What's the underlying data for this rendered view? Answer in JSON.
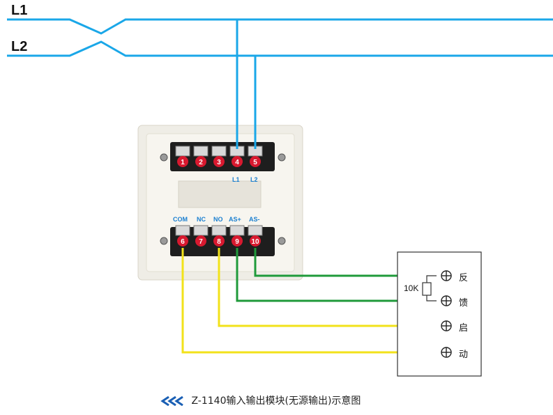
{
  "bus": {
    "l1": "L1",
    "l2": "L2"
  },
  "terminals_top": {
    "numbers": [
      "1",
      "2",
      "3",
      "4",
      "5"
    ],
    "labels": {
      "t4": "L1",
      "t5": "L2"
    }
  },
  "terminals_bottom": {
    "numbers": [
      "6",
      "7",
      "8",
      "9",
      "10"
    ],
    "labels": [
      "COM",
      "NC",
      "NO",
      "AS+",
      "AS-"
    ]
  },
  "device": {
    "resistor": "10K",
    "labels": {
      "fankui_1": "反",
      "fankui_2": "馈",
      "qidong_1": "启",
      "qidong_2": "动"
    }
  },
  "caption": {
    "text": "Z-1140输入输出模块(无源输出)示意图"
  },
  "colors": {
    "bus_wire": "#1aa7e8",
    "feedback_wire": "#1f9a3a",
    "start_wire": "#f2e21a",
    "terminal_number": "#d8192f",
    "terminal_label": "#1a7fd0",
    "chevron": "#1a5fb4"
  },
  "icons": [
    "chevron-left-icon",
    "terminal-screw-icon",
    "terminal-circle-plus-icon",
    "resistor-icon"
  ]
}
